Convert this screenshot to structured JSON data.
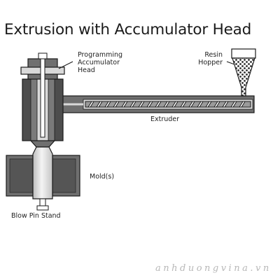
{
  "title": "Extrusion with Accumulator Head",
  "labels": {
    "programming_line1": "Programming",
    "programming_line2": "Accumulator",
    "programming_line3": "Head",
    "resin_line1": "Resin",
    "resin_line2": "Hopper",
    "extruder": "Extruder",
    "molds": "Mold(s)",
    "blow_pin_stand": "Blow Pin Stand"
  },
  "watermark": "anhduongvina.vn",
  "colors": {
    "body_gray": "#6f6f6f",
    "dark_gray": "#4d4d4d",
    "light_gray": "#d9d9d9",
    "outline": "#1a1a1a",
    "parison": "#e8e8e8"
  }
}
